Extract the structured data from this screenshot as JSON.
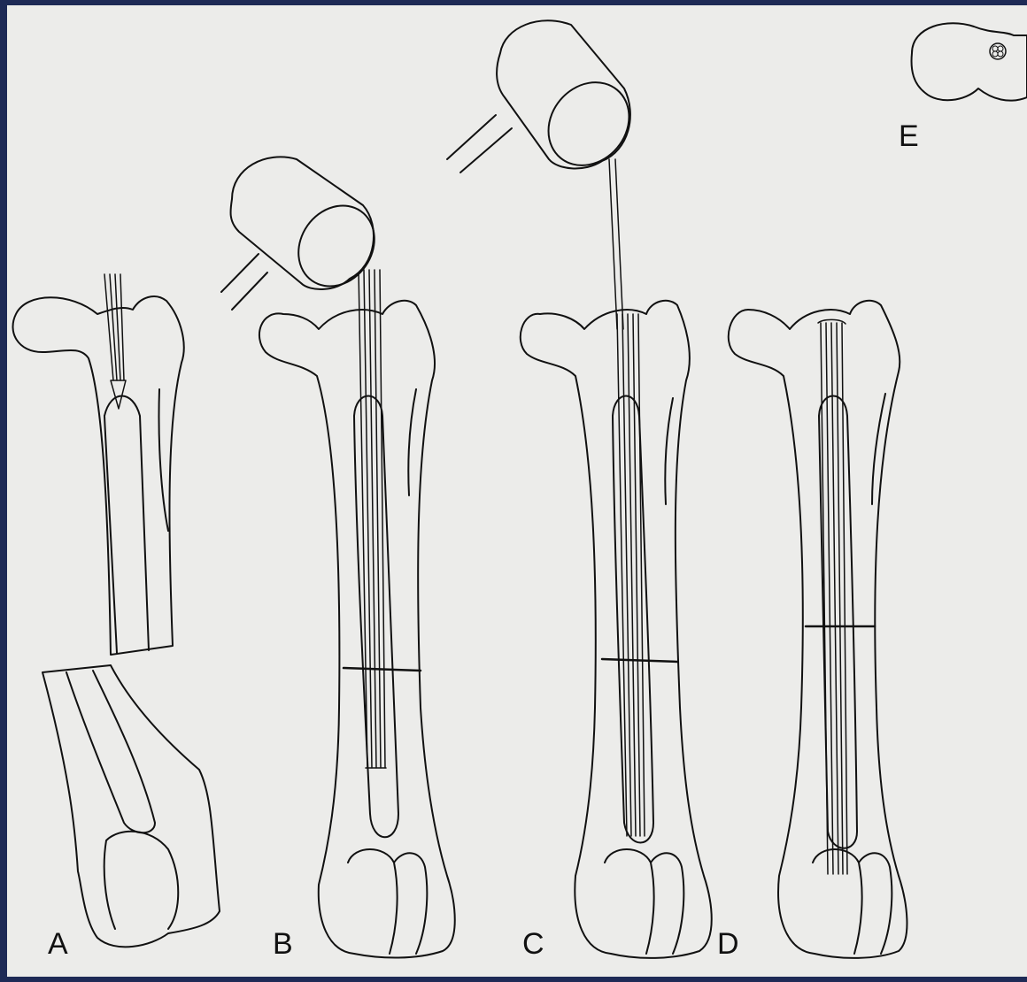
{
  "labels": {
    "a": "A",
    "b": "B",
    "c": "C",
    "d": "D",
    "e": "E"
  },
  "colors": {
    "border": "#1e2a56",
    "paper": "#ececea",
    "ink": "#111111"
  }
}
